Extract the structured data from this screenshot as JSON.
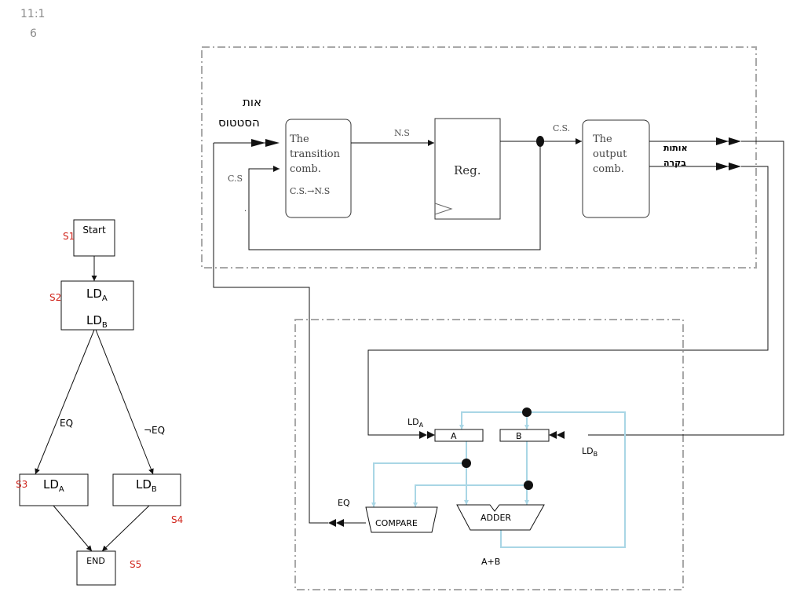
{
  "clock": {
    "line1": "11:1",
    "line2": "6"
  },
  "fsm": {
    "start": "Start",
    "end": "END",
    "s2_top": "LD",
    "s2_top_sub": "A",
    "s2_bottom": "LD",
    "s2_bottom_sub": "B",
    "s3": "LD",
    "s3_sub": "A",
    "s4": "LD",
    "s4_sub": "B",
    "edge_eq": "EQ",
    "edge_neq": "¬EQ",
    "state_labels": [
      "S1",
      "S2",
      "S3",
      "S4",
      "S5"
    ]
  },
  "control_unit": {
    "status_signal_line1": "אות",
    "status_signal_line2": "הסטטוס",
    "control_signals_line1": "אותות",
    "control_signals_line2": "בקרה",
    "cs_feedback": "C.S",
    "transition_line1": "The",
    "transition_line2": "transition",
    "transition_line3": "comb.",
    "transition_line4": "C.S.→N.S",
    "ns": "N.S",
    "reg": "Reg.",
    "cs_out": "C.S.",
    "output_line1": "The",
    "output_line2": "output",
    "output_line3": "comb."
  },
  "datapath": {
    "reg_a": "A",
    "reg_b": "B",
    "ld_a": "LD",
    "ld_a_sub": "A",
    "ld_b": "LD",
    "ld_b_sub": "B",
    "compare": "COMPARE",
    "adder": "ADDER",
    "eq": "EQ",
    "sum": "A+B"
  },
  "colors": {
    "line": "#111111",
    "dash": "#a8a8a8",
    "bus": "#a9d6e5",
    "red": "#d0231a"
  }
}
